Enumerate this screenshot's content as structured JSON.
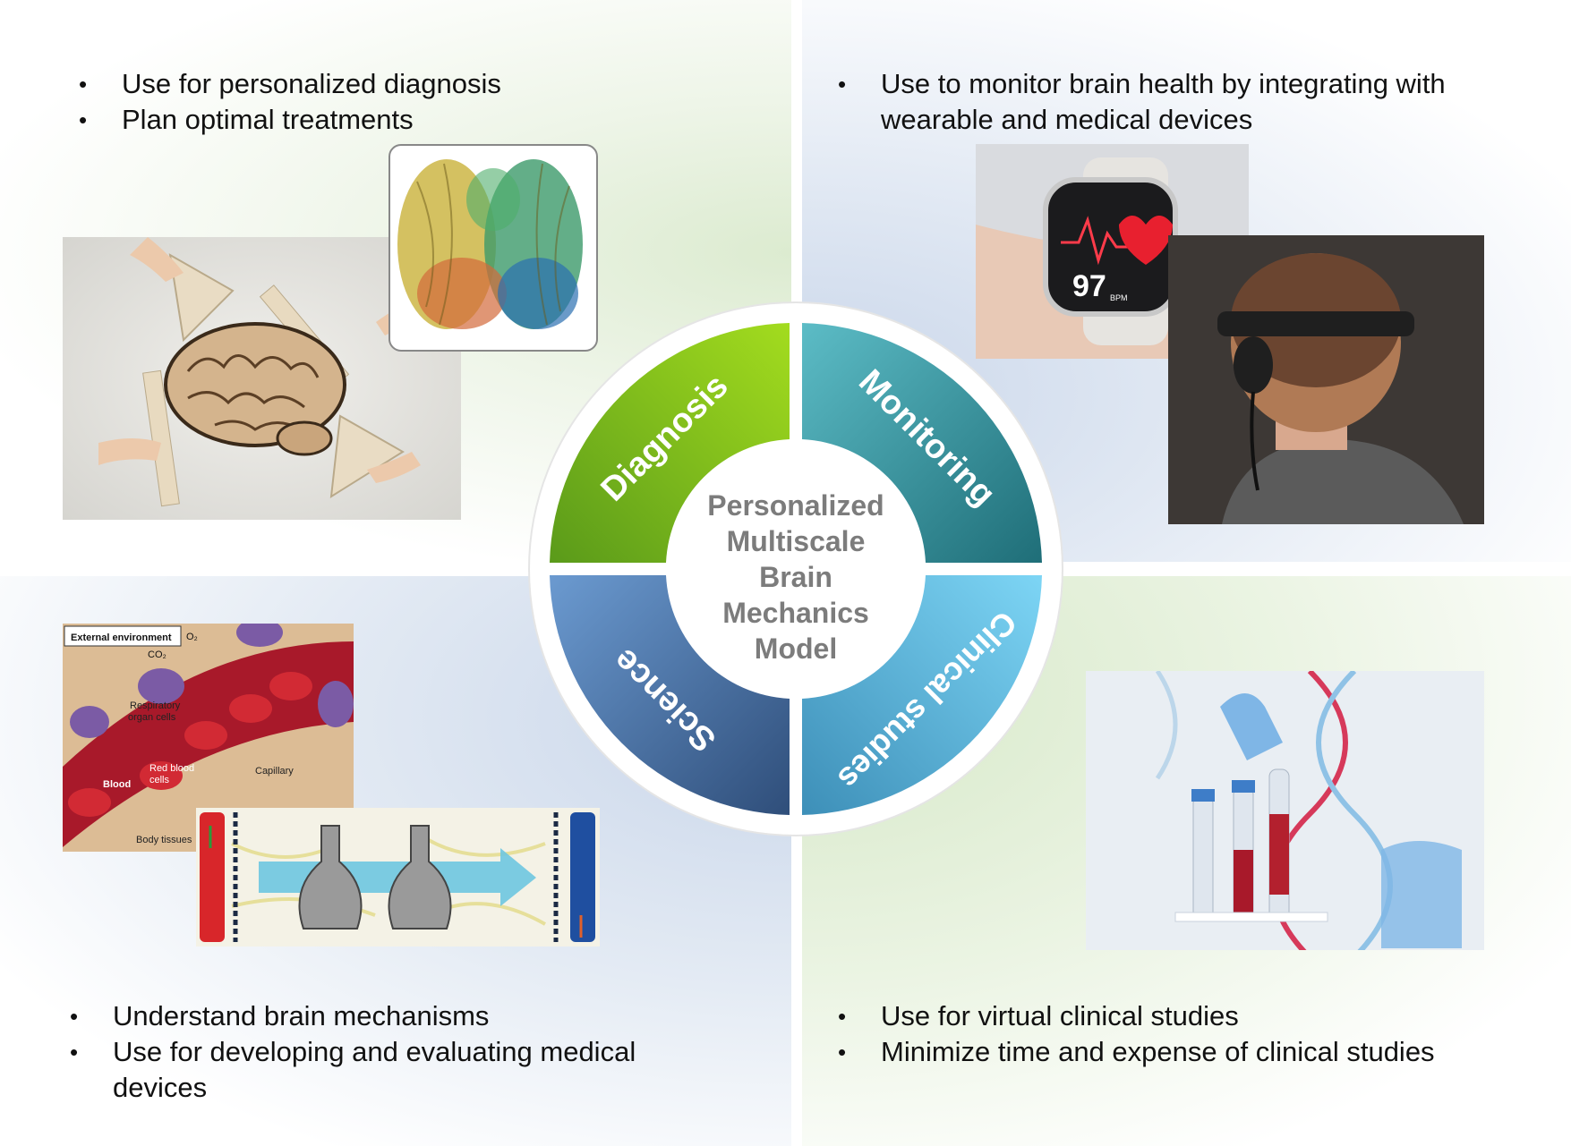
{
  "quadrants": {
    "top_left": {
      "bullets": [
        "Use for personalized diagnosis",
        "Plan optimal treatments"
      ]
    },
    "top_right": {
      "bullets": [
        "Use to monitor brain health by integrating with wearable and medical devices"
      ]
    },
    "bottom_left": {
      "bullets": [
        "Understand brain mechanisms",
        "Use for developing and evaluating medical devices"
      ]
    },
    "bottom_right": {
      "bullets": [
        "Use for virtual clinical studies",
        "Minimize time and expense of clinical studies"
      ]
    }
  },
  "wheel": {
    "center_lines": [
      "Personalized",
      "Multiscale",
      "Brain",
      "Mechanics",
      "Model"
    ],
    "segments": {
      "diagnosis": "Diagnosis",
      "monitoring": "Monitoring",
      "clinical": "Clinical studies",
      "science": "Science"
    },
    "colors": {
      "diagnosis": "#7fbf1e",
      "monitoring": "#2f8b95",
      "clinical": "#5fb8dc",
      "science": "#3e6596"
    }
  },
  "illustration": {
    "external_environment": "External environment",
    "o2": "O₂",
    "co2": "CO₂",
    "respiratory": "Respiratory",
    "organ_cells": "organ cells",
    "red_blood": "Red blood",
    "cells": "cells",
    "blood": "Blood",
    "capillary": "Capillary",
    "body_tissues": "Body tissues"
  },
  "smartwatch": {
    "heart_rate": "97",
    "unit": "BPM"
  }
}
